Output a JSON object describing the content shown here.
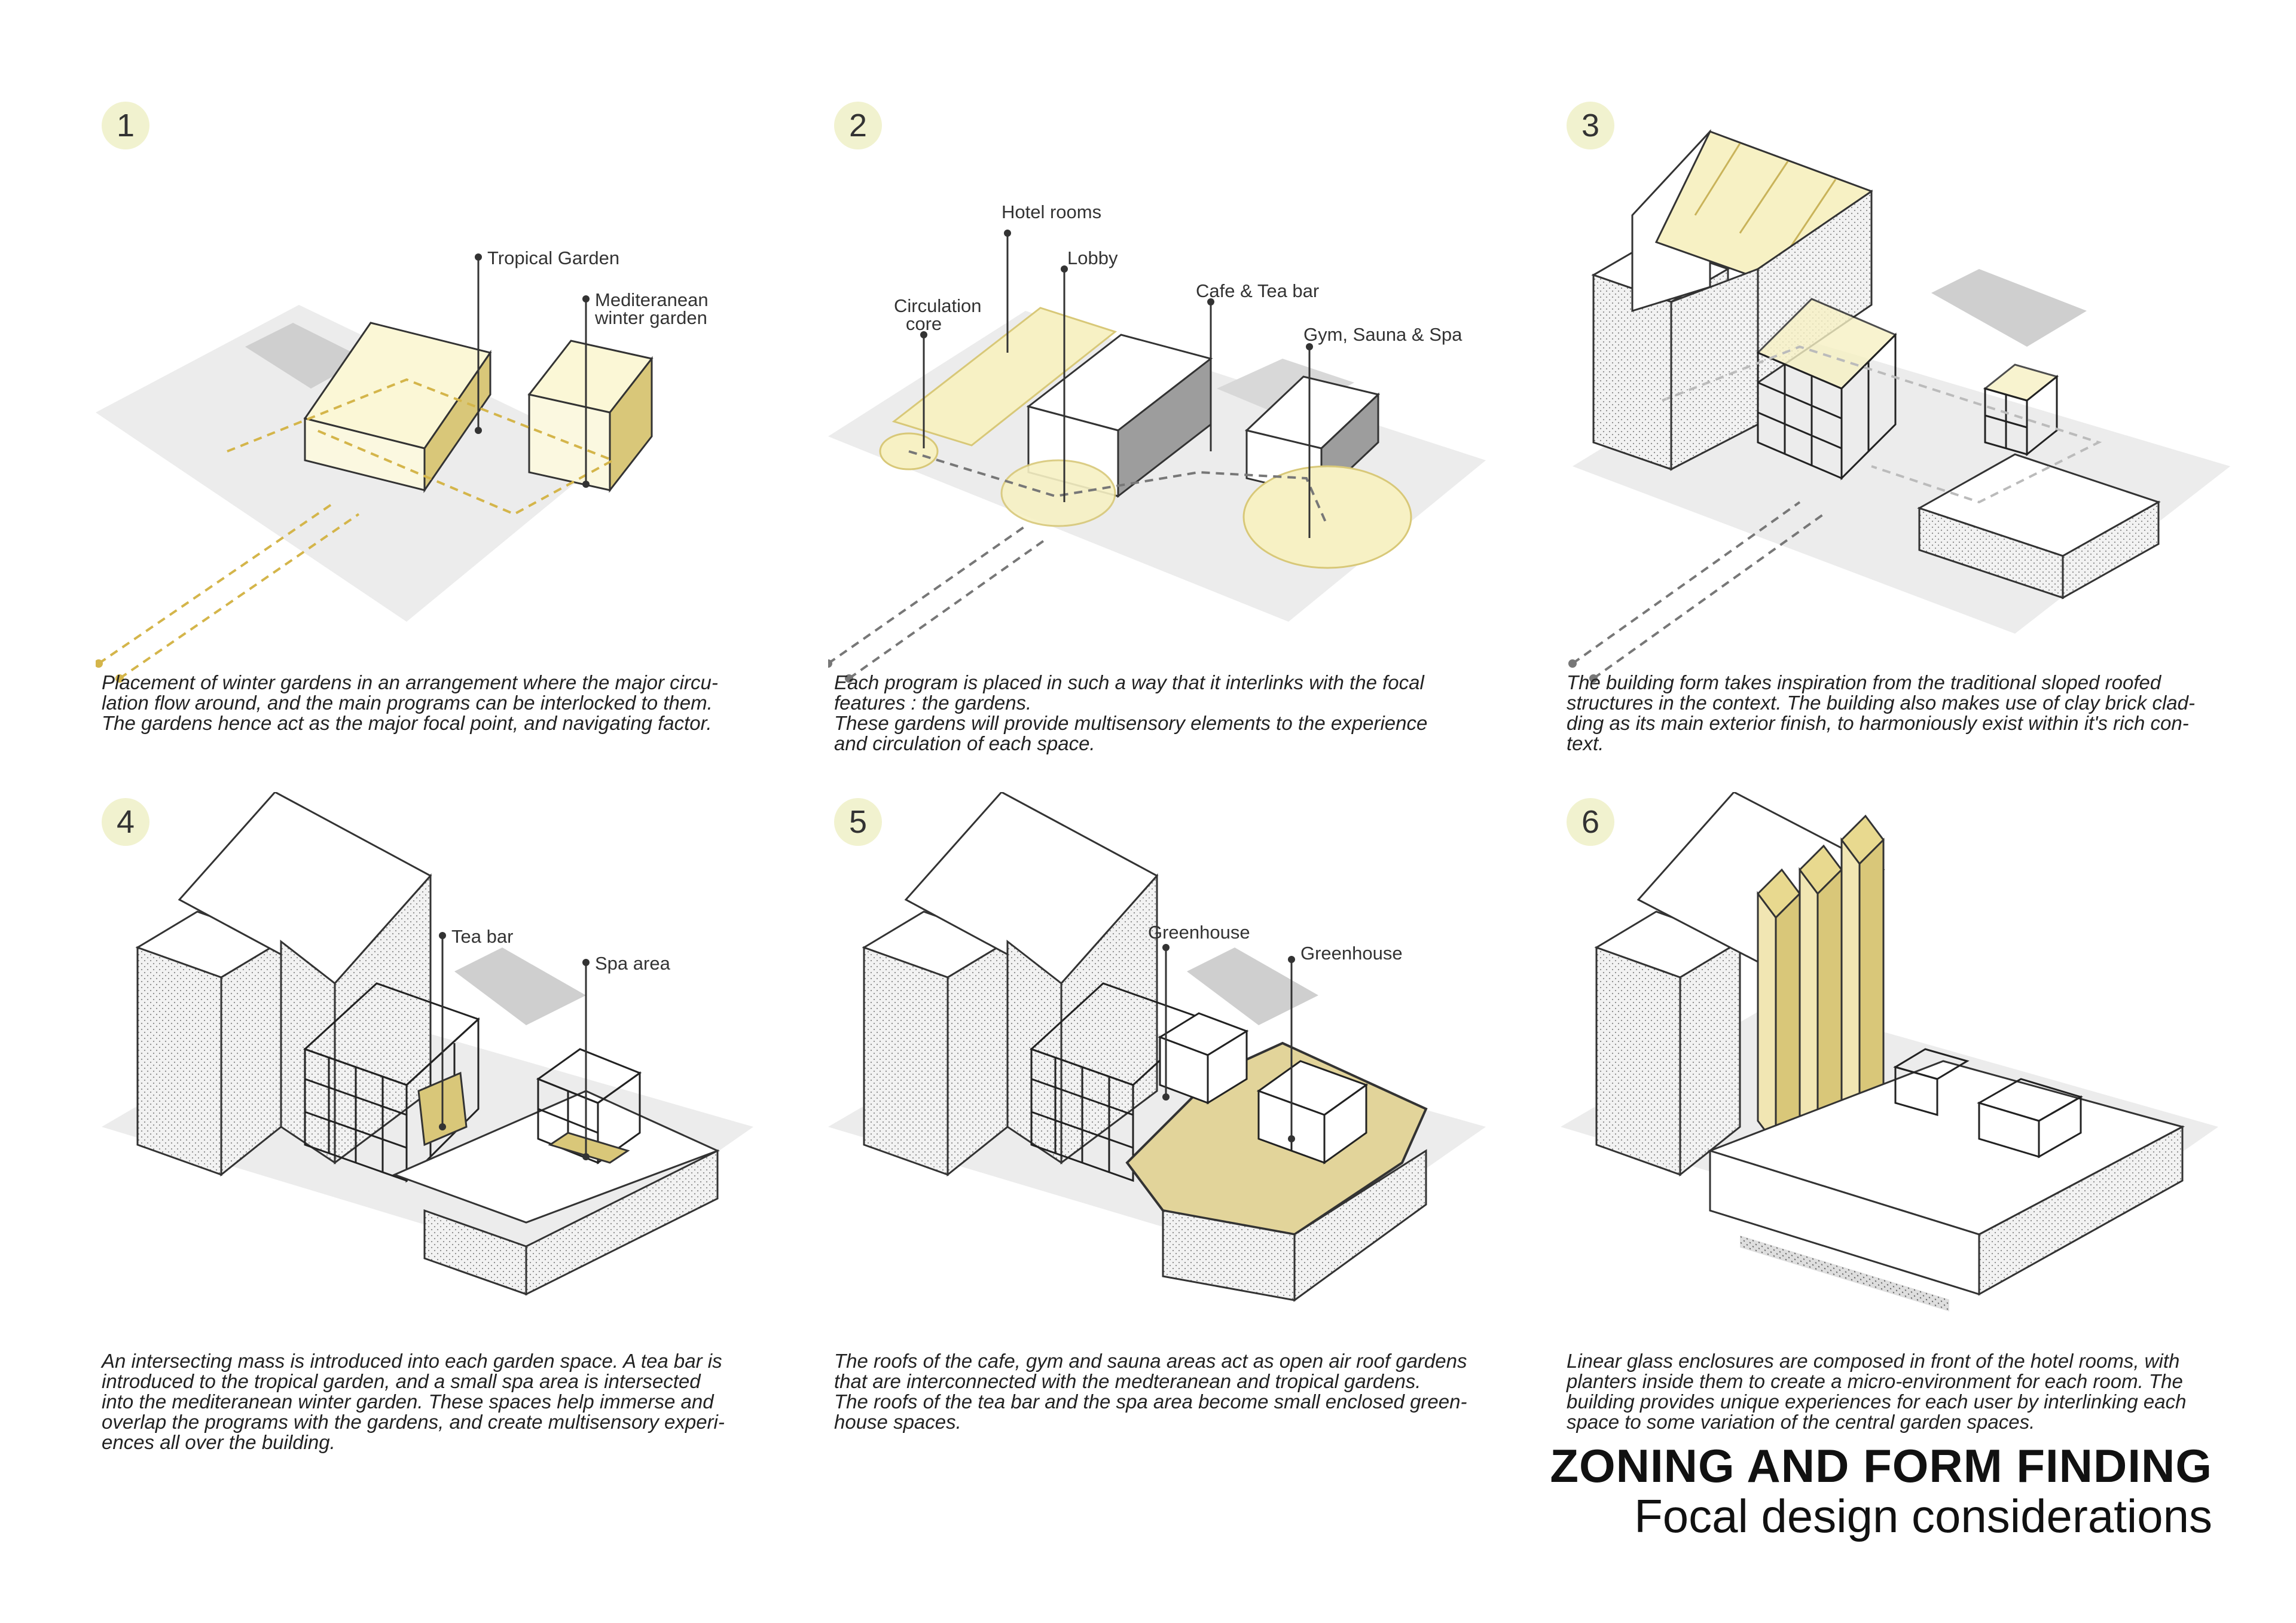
{
  "panels": [
    {
      "number": "1",
      "labels": [
        "Tropical Garden",
        "Mediteranean",
        "winter garden"
      ],
      "caption": [
        "Placement of winter gardens in an arrangement where the major circu-",
        "lation flow around, and the main programs can be interlocked to them.",
        "The gardens hence act as the major focal point, and navigating factor."
      ]
    },
    {
      "number": "2",
      "labels": [
        "Hotel rooms",
        "Circulation",
        "core",
        "Lobby",
        "Cafe & Tea bar",
        "Gym, Sauna & Spa"
      ],
      "caption": [
        "Each program is placed in such a way that it interlinks with the focal",
        "features : the gardens.",
        "These gardens will provide multisensory elements to the experience",
        "and circulation of each space."
      ]
    },
    {
      "number": "3",
      "labels": [],
      "caption": [
        "The building form takes inspiration from the traditional sloped roofed",
        "structures in the context. The building also makes use of clay brick clad-",
        "ding as its main exterior finish, to harmoniously exist within it's rich con-",
        "text."
      ]
    },
    {
      "number": "4",
      "labels": [
        "Tea bar",
        "Spa area"
      ],
      "caption": [
        "An intersecting mass is introduced into each garden space. A tea bar is",
        "introduced to the tropical garden, and a small spa area is intersected",
        "into the mediteranean winter garden. These spaces help immerse and",
        "overlap the programs with the gardens, and create multisensory experi-",
        "ences all over the building."
      ]
    },
    {
      "number": "5",
      "labels": [
        "Greenhouse",
        "Greenhouse"
      ],
      "caption": [
        "The roofs of the cafe, gym and sauna areas act as open air roof gardens",
        "that are interconnected with the medteranean and tropical gardens.",
        "The roofs of the tea bar and the spa area become small enclosed green-",
        "house spaces."
      ]
    },
    {
      "number": "6",
      "labels": [],
      "caption": [
        "Linear glass enclosures are composed in front of the hotel rooms, with",
        "planters inside them to create a micro-environment for each room. The",
        "building provides unique experiences for each user by interlinking each",
        "space to some variation of the central garden spaces."
      ]
    }
  ],
  "title": {
    "main": "ZONING AND FORM FINDING",
    "sub": "Focal design considerations"
  },
  "colors": {
    "yellow": "#f7f1c4",
    "yellow_dark": "#d8c878",
    "ground": "#ececec",
    "dash_yellow": "#d4b54a",
    "dash_grey": "#777777",
    "badge": "#f1f2cf"
  }
}
